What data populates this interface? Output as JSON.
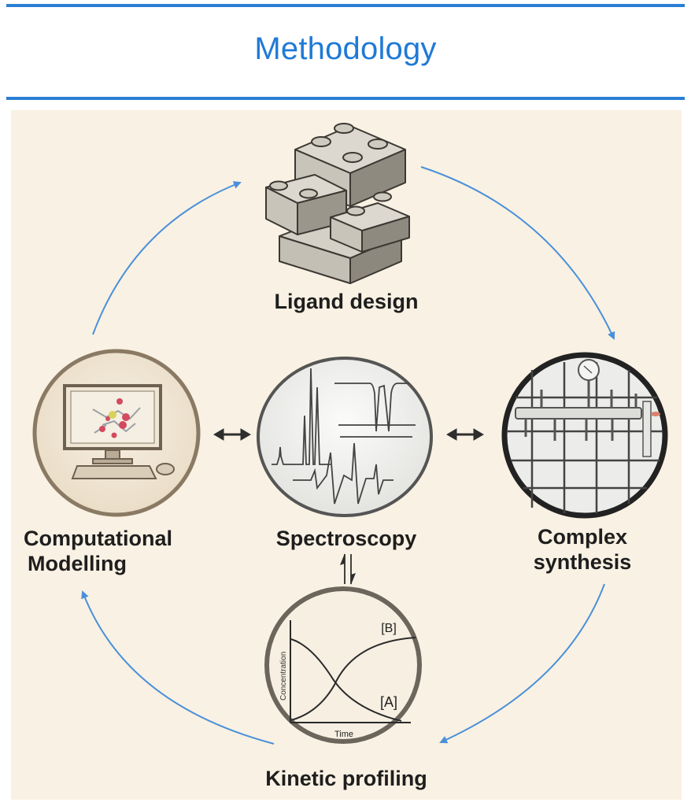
{
  "header": {
    "title": "Methodology",
    "accent_color": "#2b7fd4",
    "title_color": "#1f7ad6"
  },
  "diagram": {
    "background_color": "#f9f1e3",
    "cycle_arrow_color": "#4a90d9",
    "nodes": [
      {
        "id": "ligand-design",
        "label": "Ligand design",
        "illustration": "stacked-building-blocks-icon"
      },
      {
        "id": "complex-synthesis",
        "label_line1": "Complex",
        "label_line2": "synthesis",
        "illustration": "schlenk-line-manifold-icon"
      },
      {
        "id": "kinetic-profiling",
        "label": "Kinetic profiling",
        "illustration": "concentration-time-plot-icon"
      },
      {
        "id": "computational-modelling",
        "label_line1": "Computational",
        "label_line2": "Modelling",
        "illustration": "computer-molecule-icon"
      },
      {
        "id": "spectroscopy",
        "label": "Spectroscopy",
        "illustration": "spectra-traces-icon"
      }
    ],
    "connectors": [
      {
        "from": "computational-modelling",
        "to": "spectroscopy",
        "type": "double-headed-arrow"
      },
      {
        "from": "spectroscopy",
        "to": "complex-synthesis",
        "type": "double-headed-arrow"
      },
      {
        "from": "spectroscopy",
        "to": "kinetic-profiling",
        "type": "equilibrium-harpoons"
      }
    ],
    "cycle": [
      "ligand-design",
      "complex-synthesis",
      "kinetic-profiling",
      "computational-modelling",
      "ligand-design"
    ],
    "kinetic_plot": {
      "xlabel": "Time",
      "ylabel": "Concentration",
      "series": [
        "[B]",
        "[A]"
      ]
    }
  }
}
